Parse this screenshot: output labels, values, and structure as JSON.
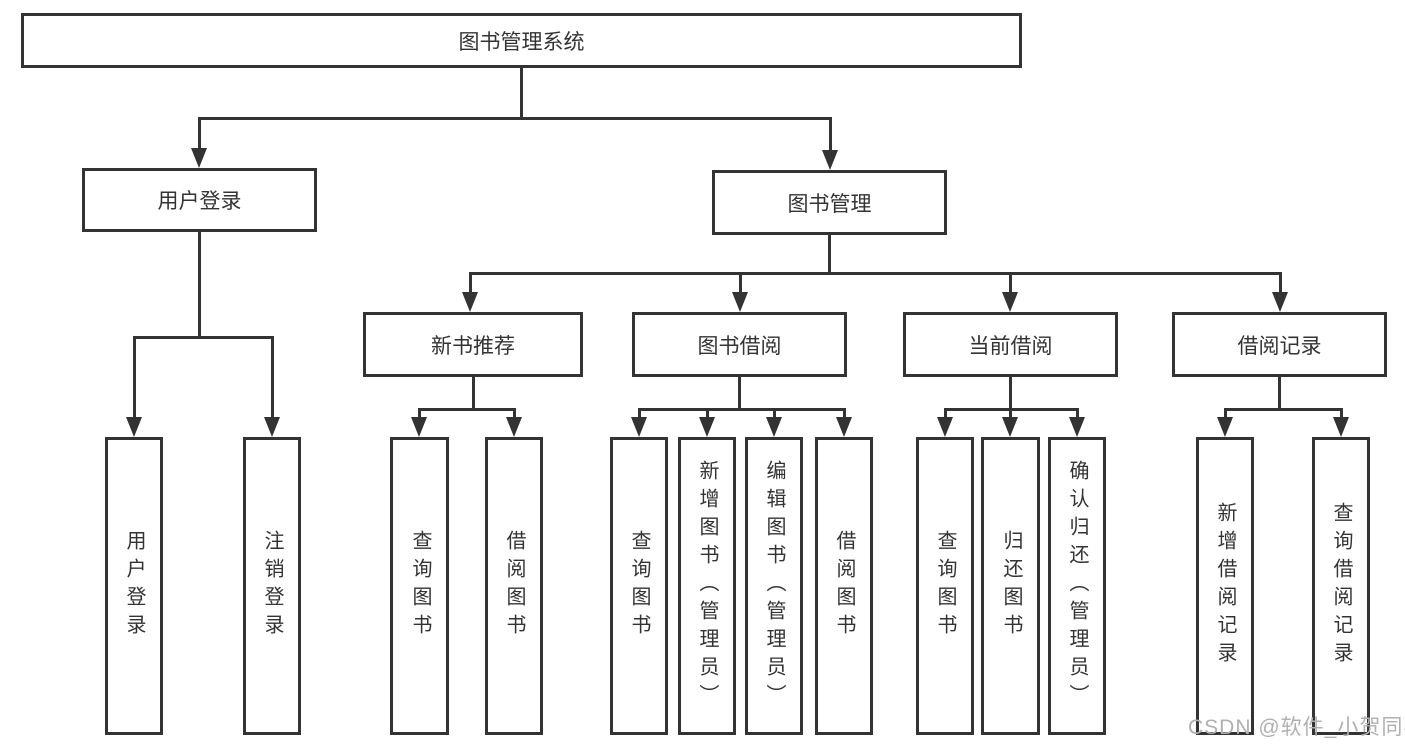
{
  "diagram_title": "图书管理系统",
  "watermark": "CSDN @软件_小贺同学",
  "colors": {
    "line": "#333333",
    "background": "#ffffff",
    "watermark": "#b0b0b0"
  },
  "nodes": {
    "root": "图书管理系统",
    "login": "用户登录",
    "management": "图书管理",
    "new_books": "新书推荐",
    "borrowing": "图书借阅",
    "current": "当前借阅",
    "records": "借阅记录",
    "login_user": "用户登录",
    "login_logout": "注销登录",
    "nb_search": "查询图书",
    "nb_borrow": "借阅图书",
    "bb_search": "查询图书",
    "bb_add": "新增图书（管理员）",
    "bb_edit": "编辑图书（管理员）",
    "bb_borrow": "借阅图书",
    "cb_search": "查询图书",
    "cb_return": "归还图书",
    "cb_confirm": "确认归还（管理员）",
    "br_add": "新增借阅记录",
    "br_search": "查询借阅记录"
  }
}
